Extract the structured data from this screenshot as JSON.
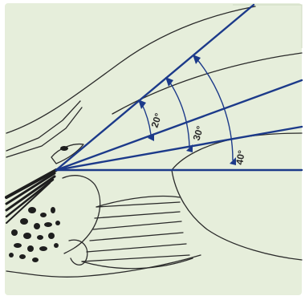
{
  "diagram": {
    "colors": {
      "background": "#ffffff",
      "paper": "#e6eedb",
      "sketch": "#2a2a2a",
      "vector": "#1c3a8a"
    },
    "angles": [
      {
        "label": "20°"
      },
      {
        "label": "30°"
      },
      {
        "label": "40°"
      }
    ]
  }
}
